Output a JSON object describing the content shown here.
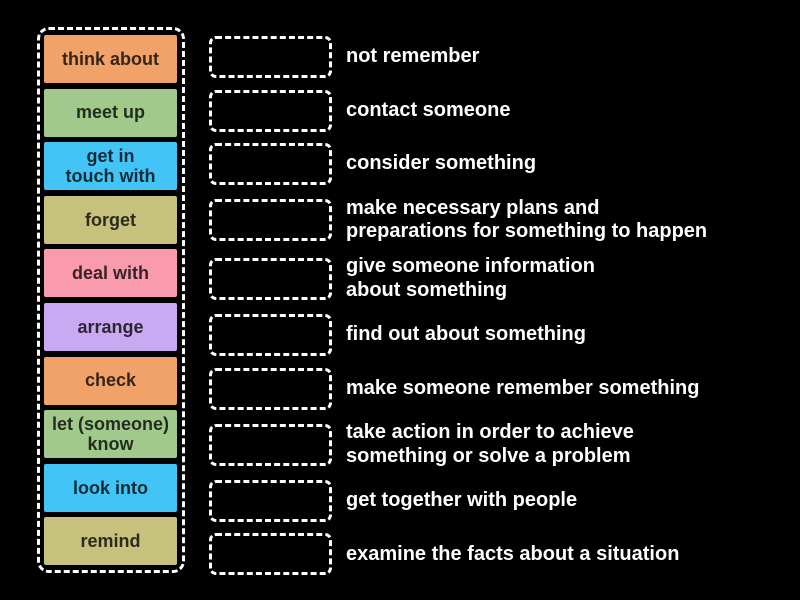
{
  "activity": {
    "type_label": "match-up",
    "colors": {
      "background": "#000000",
      "panel_border": "#ffffff",
      "drop_zone_border": "#ffffff",
      "definition_text": "#ffffff",
      "tile_text": "rgba(0,0,0,0.78)"
    },
    "pairs": [
      {
        "term": "think about",
        "color": "#f0a269",
        "definition": "not remember"
      },
      {
        "term": "meet up",
        "color": "#a1c98b",
        "definition": "contact someone"
      },
      {
        "term": "get in\ntouch with",
        "color": "#42c4f7",
        "definition": "consider something"
      },
      {
        "term": "forget",
        "color": "#c6c17c",
        "definition": "make necessary plans and\npreparations for something to happen"
      },
      {
        "term": "deal with",
        "color": "#f99bac",
        "definition": "give someone information\nabout something"
      },
      {
        "term": "arrange",
        "color": "#c9a9f1",
        "definition": "find out about something"
      },
      {
        "term": "check",
        "color": "#f0a269",
        "definition": "make someone remember something"
      },
      {
        "term": "let (someone)\nknow",
        "color": "#a1c98b",
        "definition": "take action in order to achieve\nsomething or solve a problem"
      },
      {
        "term": "look into",
        "color": "#42c4f7",
        "definition": "get together with people"
      },
      {
        "term": "remind",
        "color": "#c6c17c",
        "definition": "examine the facts about a situation"
      }
    ]
  }
}
